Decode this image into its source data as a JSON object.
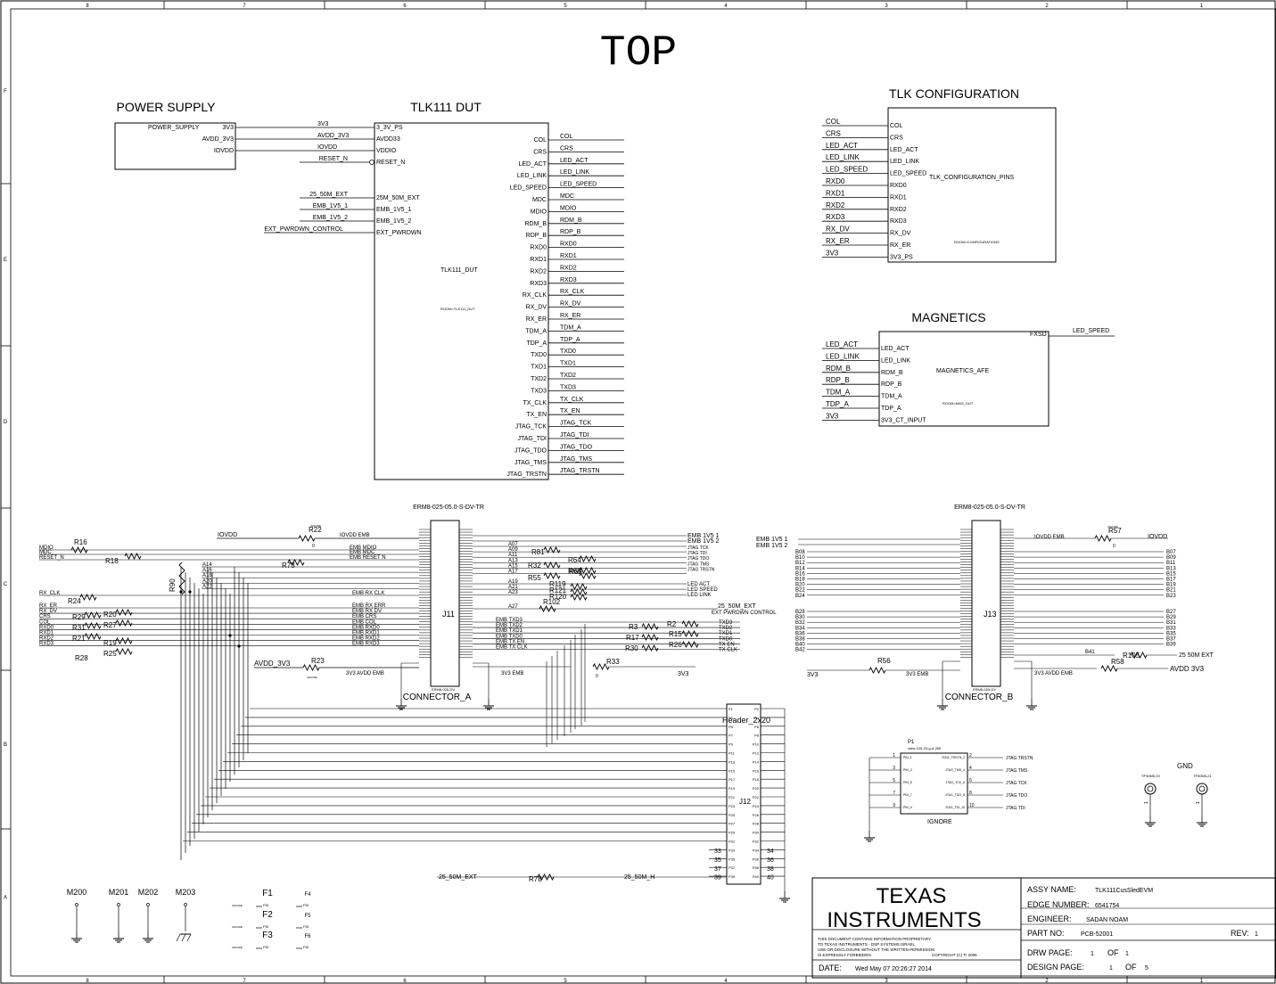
{
  "sheet": {
    "title": "TOP",
    "col_numbers": [
      "8",
      "7",
      "6",
      "5",
      "4",
      "3",
      "2",
      "1"
    ],
    "row_letters": [
      "F",
      "E",
      "D",
      "C",
      "B",
      "A"
    ]
  },
  "power_supply": {
    "title": "POWER SUPPLY",
    "name": "POWER_SUPPLY",
    "pins": [
      "3V3",
      "AVDD_3V3",
      "IOVDD"
    ]
  },
  "dut": {
    "title": "TLK111 DUT",
    "name": "TLK111_DUT",
    "room": "ROOM=TLK111_DUT",
    "left_pins": [
      "3_3V_PS",
      "AVDD33",
      "VDDIO",
      "RESET_N",
      "25M_50M_EXT",
      "EMB_1V5_1",
      "EMB_1V5_2",
      "EXT_PWRDWN"
    ],
    "left_nets": [
      "3V3",
      "AVDD_3V3",
      "IOVDD",
      "RESET_N",
      "25_50M_EXT",
      "EMB_1V5_1",
      "EMB_1V5_2",
      "EXT_PWRDWN_CONTROL"
    ],
    "right_pins": [
      "COL",
      "CRS",
      "LED_ACT",
      "LED_LINK",
      "LED_SPEED",
      "MDC",
      "MDIO",
      "RDM_B",
      "RDP_B",
      "RXD0",
      "RXD1",
      "RXD2",
      "RXD3",
      "RX_CLK",
      "RX_DV",
      "RX_ER",
      "TDM_A",
      "TDP_A",
      "TXD0",
      "TXD1",
      "TXD2",
      "TXD3",
      "TX_CLK",
      "TX_EN",
      "JTAG_TCK",
      "JTAG_TDI",
      "JTAG_TDO",
      "JTAG_TMS",
      "JTAG_TRSTN"
    ]
  },
  "tlk_config": {
    "title": "TLK CONFIGURATION",
    "name": "TLK_CONFIGURATION_PINS",
    "room": "ROOM=CONFIGURATIONS",
    "pins": [
      "COL",
      "CRS",
      "LED_ACT",
      "LED_LINK",
      "LED_SPEED",
      "RXD0",
      "RXD1",
      "RXD2",
      "RXD3",
      "RX_DV",
      "RX_ER",
      "3V3_PS"
    ],
    "nets": [
      "COL",
      "CRS",
      "LED_ACT",
      "LED_LINK",
      "LED_SPEED",
      "RXD0",
      "RXD1",
      "RXD2",
      "RXD3",
      "RX_DV",
      "RX_ER",
      "3V3"
    ]
  },
  "magnetics": {
    "title": "MAGNETICS",
    "name": "MAGNETICS_AFE",
    "room": "ROOM=MAG_DUT",
    "pins": [
      "LED_ACT",
      "LED_LINK",
      "RDM_B",
      "RDP_B",
      "TDM_A",
      "TDP_A",
      "3V3_CT_INPUT"
    ],
    "nets": [
      "LED_ACT",
      "LED_LINK",
      "RDM_B",
      "RDP_B",
      "TDM_A",
      "TDP_A",
      "3V3"
    ],
    "right_pin": "FXSD",
    "right_net": "LED_SPEED"
  },
  "connector_a": {
    "part": "ERM8-025-05.0-S-DV-TR",
    "ref": "J11",
    "label": "CONNECTOR_A",
    "foot": "ERM8-025-DV",
    "left_nets_in": [
      "MDIO",
      "MDC",
      "RESET_N",
      "RX_CLK",
      "RX_ER",
      "RX_DV",
      "CRS",
      "COL",
      "RXD0",
      "RXD1",
      "RXD2",
      "RXD3"
    ],
    "left_nets": [
      "EMB MDIO",
      "EMB MDC",
      "EMB RESET N",
      "EMB RX CLK",
      "EMB RX ERR",
      "EMB RX DV",
      "EMB CRS",
      "EMB COL",
      "EMB RXD0",
      "EMB RXD1",
      "EMB RXD2",
      "EMB RXD3"
    ],
    "a_nets": [
      "A07",
      "A09",
      "A11",
      "A13",
      "A15",
      "A17",
      "A19",
      "A21",
      "A23",
      "A27"
    ],
    "right_nets": [
      "EMB 1V5 1",
      "EMB 1V5 2",
      "JTAG TCK",
      "JTAG TDI",
      "JTAG TDO",
      "JTAG TMS",
      "JTAG TRSTN",
      "LED ACT",
      "LED SPEED",
      "LED LINK"
    ],
    "bottom_nets": [
      "EMB TXD3",
      "EMB TXD2",
      "EMB TXD1",
      "EMB TXD0",
      "EMB TX EN",
      "EMB TX CLK"
    ],
    "a_side": [
      "A14",
      "A16",
      "A18",
      "A20",
      "A22"
    ],
    "iovdd": "IOVDD",
    "iovdd_emb": "IOVDD EMB",
    "avdd": "AVDD_3V3",
    "avdd_emb": "3V3 AVDD EMB",
    "emb_3v3": "3V3 EMB",
    "net_3v3": "3V3",
    "ext_ctrl": "EXT PWRDWN CONTROL",
    "ext_clk": "25_50M_EXT",
    "tx_nets": [
      "TXD3",
      "TXD2",
      "TXD1",
      "TXD0",
      "TX EN",
      "TX CLK"
    ]
  },
  "connector_b": {
    "part": "ERM8-025-05.0-S-DV-TR",
    "ref": "J13",
    "label": "CONNECTOR_B",
    "foot": "ERM8-025-DV",
    "emb_top": [
      "EMB 1V5 1",
      "EMB 1V5 2"
    ],
    "left_b": [
      "B08",
      "B10",
      "B12",
      "B14",
      "B16",
      "B18",
      "B20",
      "B22",
      "B24",
      "B28",
      "B30",
      "B32",
      "B34",
      "B36",
      "B38",
      "B40",
      "B42"
    ],
    "right_b": [
      "B07",
      "B09",
      "B11",
      "B13",
      "B15",
      "B17",
      "B19",
      "B21",
      "B23",
      "B27",
      "B29",
      "B31",
      "B33",
      "B35",
      "B37",
      "B39"
    ],
    "b41": "B41",
    "iovdd_emb": "IOVDD EMB",
    "iovdd": "IOVDD",
    "emb_3v3": "3V3 EMB",
    "net_3v3": "3V3",
    "avdd_emb": "3V3 AVDD EMB",
    "avdd": "AVDD 3V3",
    "ext_clk": "25 50M EXT"
  },
  "resistors": {
    "R16": "R16",
    "R22": "R22",
    "R18": "R18",
    "R73": "R73",
    "R90": "R90",
    "R24": "R24",
    "R29": "R29",
    "R20": "R20",
    "R27": "R27",
    "R31": "R31",
    "R19": "R19",
    "R21": "R21",
    "R25": "R25",
    "R28": "R28",
    "R23": "R23",
    "R33": "R33",
    "R81": "R81",
    "R64": "R64",
    "R32": "R32",
    "R68": "R68",
    "R69": "R69",
    "R55": "R55",
    "R119": "R119",
    "R121": "R121",
    "R120": "R120",
    "R102": "R102",
    "R3": "R3",
    "R2": "R2",
    "R15": "R15",
    "R17": "R17",
    "R26": "R26",
    "R30": "R30",
    "R57": "R57",
    "R56": "R56",
    "R105": "R105",
    "R58": "R58",
    "R78": "R78",
    "val33": "33",
    "val0": "0",
    "ignore": "IGNORE"
  },
  "header": {
    "title": "Header_2x20",
    "ref": "J12",
    "left_pins": [
      "P1",
      "P3",
      "P5",
      "P7",
      "P9",
      "P11",
      "P13",
      "P15",
      "P17",
      "P19",
      "P21",
      "P23",
      "P25",
      "P27",
      "P29",
      "P31",
      "P33",
      "P35",
      "P37",
      "P39"
    ],
    "right_pins": [
      "P2",
      "P4",
      "P6",
      "P8",
      "P10",
      "P12",
      "P14",
      "P16",
      "P18",
      "P20",
      "P22",
      "P24",
      "P26",
      "P28",
      "P30",
      "P32",
      "P34",
      "P36",
      "P38",
      "P40"
    ],
    "nums_left": [
      "33",
      "35",
      "37",
      "39"
    ],
    "nums_right": [
      "34",
      "36",
      "38",
      "40"
    ],
    "net_ext": "25_50M_EXT",
    "net_h": "25_50M_H"
  },
  "jtag": {
    "ref": "P1",
    "part": "ctdw-105-23-g-d-280",
    "pins": [
      "PIN_1",
      "PIN_3",
      "PIN_5",
      "PIN_7",
      "PIN_9"
    ],
    "pin_nums": [
      "1",
      "3",
      "5",
      "7",
      "9"
    ],
    "right": [
      "JTAG_TRSTN_2",
      "JTAG_TMS_4",
      "JTAG_TCK_6",
      "JTAG_TDO_8",
      "JTAG_TDI_10"
    ],
    "right_nums": [
      "2",
      "4",
      "6",
      "8",
      "10"
    ],
    "nets": [
      "JTAG TRSTN",
      "JTAG TMS",
      "JTAG TCK",
      "JTAG TDO",
      "JTAG TDI"
    ],
    "ignore": "IGNORE"
  },
  "gnd_points": {
    "title": "GND",
    "labels": [
      "TP30MIL19",
      "TP30MIL21"
    ],
    "pin": "1"
  },
  "mounting": [
    "M200",
    "M201",
    "M202",
    "M203"
  ],
  "fiducials": [
    "F1",
    "F2",
    "F3",
    "F4",
    "F5",
    "F6"
  ],
  "fid": "FID",
  "fid_ignore": "IGNORE",
  "title_block": {
    "company_1": "TEXAS",
    "company_2": "INSTRUMENTS",
    "notice": [
      "THIS DOCUMENT CONTAINS INFORMATION PROPRIETARY",
      "TO TEXAS INSTRUMENTS - DSP SYSTEMS ISRAEL",
      "USE OR DISCLOSURE WITHOUT THE WRITTEN PERMISSION",
      "IS EXPRESSLY FORBIDDEN."
    ],
    "copyright": "COPYRIGHT (C) TI 2006",
    "date_label": "DATE:",
    "date": "Wed May 07 20:26:27 2014",
    "assy_label": "ASSY NAME:",
    "assy": "TLK111CusSledEVM",
    "edge_label": "EDGE NUMBER:",
    "edge": "6541754",
    "eng_label": "ENGINEER:",
    "eng": "SADAN NOAM",
    "part_label": "PART NO:",
    "part": "PCB-52001",
    "rev_label": "REV:",
    "rev": "1",
    "drw_label": "DRW PAGE:",
    "drw": "1",
    "of1_label": "OF",
    "of1": "1",
    "des_label": "DESIGN PAGE:",
    "des": "1",
    "of2_label": "OF",
    "of2": "5"
  }
}
